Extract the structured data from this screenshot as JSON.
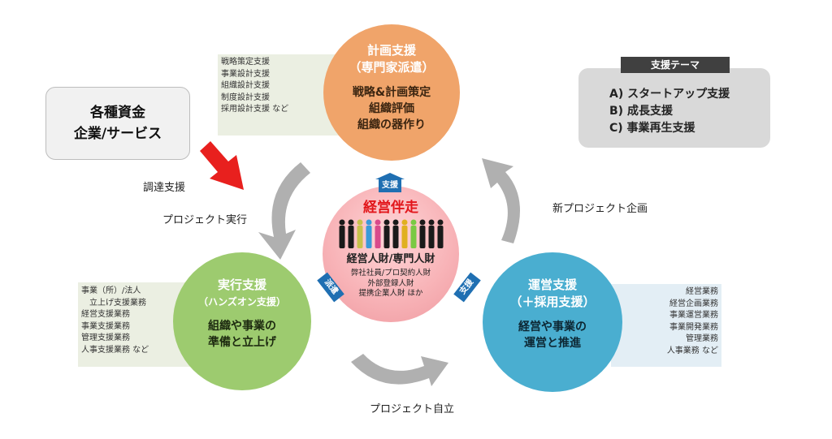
{
  "source_box": {
    "line1": "各種資金",
    "line2": "企業/サービス"
  },
  "funding_label": "調達支援",
  "theme": {
    "title": "支援テーマ",
    "items": [
      "A) スタートアップ支援",
      "B) 成長支援",
      "C) 事業再生支援"
    ]
  },
  "plan": {
    "title1": "計画支援",
    "title2": "（専門家派遣）",
    "body": [
      "戦略&計画策定",
      "組織評価",
      "組織の器作り"
    ],
    "details": [
      "戦略策定支援",
      "事業設計支援",
      "組織設計支援",
      "制度設計支援",
      "採用設計支援 など"
    ]
  },
  "exec": {
    "title1": "実行支援",
    "title2": "（ハンズオン支援）",
    "body": [
      "組織や事業の",
      "準備と立上げ"
    ],
    "details": [
      "事業（所）/法人",
      "　立上げ支援業務",
      "経営支援業務",
      "事業支援業務",
      "管理支援業務",
      "人事支援業務 など"
    ]
  },
  "ops": {
    "title1": "運営支援",
    "title2": "（＋採用支援）",
    "body": [
      "経営や事業の",
      "運営と推進"
    ],
    "details": [
      "経営業務",
      "経営企画業務",
      "事業運営業務",
      "事業開発業務",
      "管理業務",
      "人事業務 など"
    ]
  },
  "center": {
    "title": "経営伴走",
    "subtitle": "経営人財/専門人財",
    "lines": [
      "弊社社員/プロ契約人財",
      "外部登録人財",
      "提携企業人財 ほか"
    ],
    "tags": {
      "top": "支援",
      "left": "派遣",
      "right": "支援"
    }
  },
  "cycle_labels": {
    "left": "プロジェクト実行",
    "right": "新プロジェクト企画",
    "bottom": "プロジェクト自立"
  },
  "colors": {
    "plan": "#f0a46a",
    "exec": "#9dcb6f",
    "ops": "#4aaed0",
    "center_pink": "#f5a3a8",
    "tag": "#1f6fb2",
    "arrow": "#b0b0b0",
    "red_arrow": "#e8201e"
  }
}
